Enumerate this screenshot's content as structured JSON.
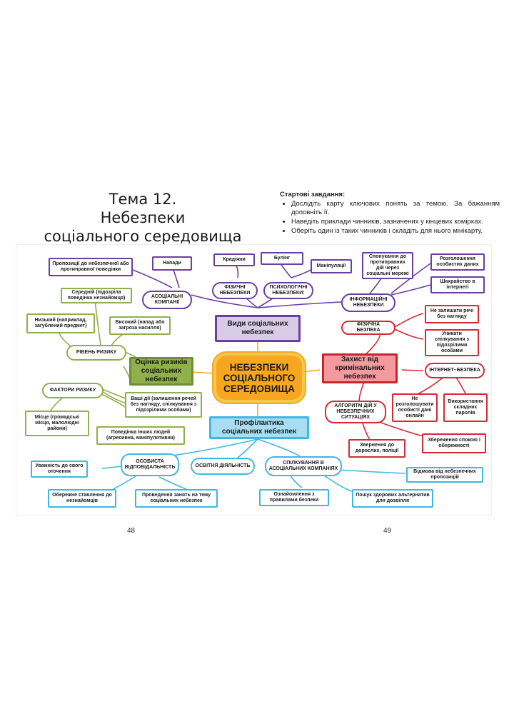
{
  "title": {
    "line1": "Тема 12.",
    "line2": "Небезпеки",
    "line3": "соціального середовища"
  },
  "tasks": {
    "heading": "Стартові завдання:",
    "items": [
      "Дослідіть карту ключових понять за темою. За бажанням доповніть її.",
      "Наведіть приклади чинників, зазначених у кінцевих комірках.",
      "Оберіть один із таких чинників і складіть для нього мінікарту."
    ]
  },
  "map": {
    "center": "НЕБЕЗПЕКИ СОЦІАЛЬНОГО СЕРЕДОВИЩА",
    "types": {
      "header": "Види соціальних небезпек",
      "asocial": "АСОЦІАЛЬНІ КОМПАНІЇ",
      "physical": "ФІЗИЧНІ НЕБЕЗПЕКИ",
      "psych": "ПСИХОЛОГІЧНІ НЕБЕЗПЕКИ:",
      "info": "ІНФОРМАЦІЙНІ НЕБЕЗПЕКИ",
      "proposals": "Пропозиції до небезпечної або протиправної поведінки",
      "attacks": "Напади",
      "thefts": "Крадіжки",
      "bullying": "Булінг",
      "manipulation": "Маніпуляції",
      "incitement": "Спонукання до протиправних дій через соціальні мережі",
      "disclosure": "Розголошення особистих даних",
      "fraud": "Шахрайство в інтернеті"
    },
    "risk": {
      "header": "Оцінка ризиків соціальних небезпек",
      "level": "РІВЕНЬ РИЗИКУ",
      "medium": "Середній (підозріла поведінка незнайомця)",
      "low": "Низький (наприклад, загублений предмет)",
      "high": "Високий (напад або загроза насилля)",
      "factors": "ФАКТОРИ РИЗИКУ",
      "actions": "Ваші дії (залишення речей без нагляду, спілкування з підозрілими особами)",
      "place": "Місце (громадські місця, малолюдні райони)",
      "others": "Поведінка інших людей (агресивна, маніпулятивна)"
    },
    "protection": {
      "header": "Захист від кримінальних небезпек",
      "phys": "ФІЗИЧНА БЕЗПЕКА",
      "unattended": "Не залишати речі без нагляду",
      "avoid": "Уникати спілкування з підозрілими особами",
      "internet": "ІНТЕРНЕТ–БЕЗПЕКА",
      "nodisclose": "Не розголошувати особисті дані онлайн",
      "passwords": "Використання складних паролів",
      "algorithm": "АЛГОРИТМ ДІЙ У НЕБЕЗПЕЧНИХ СИТУАЦІЯХ",
      "adults": "Звернення до дорослих, поліції",
      "calm": "Збереження спокою і обережності"
    },
    "prevention": {
      "header": "Профілактика соціальних небезпек",
      "responsibility": "ОСОБИСТА ВІДПОВІДАЛЬНІСТЬ",
      "education": "ОСВІТНЯ ДІЯЛЬНІСТЬ",
      "communication": "СПІЛКУВАННЯ В АСОЦІАЛЬНИХ КОМПАНІЯХ",
      "attention": "Уважність до свого оточення",
      "careful": "Обережне ставлення до незнайомців",
      "lessons": "Проведення занять на тему соціальних небезпек",
      "rules": "Ознайомлення з правилами безпеки",
      "refusal": "Відмова від небезпечних пропозицій",
      "alternatives": "Пошук здорових альтернатив для дозвілля"
    }
  },
  "pages": {
    "left": "48",
    "right": "49"
  },
  "colors": {
    "types": "#6b3fa0",
    "risk": "#8fb04a",
    "protection": "#d62a34",
    "prevention": "#3fb8df",
    "center": "#f8a620"
  }
}
